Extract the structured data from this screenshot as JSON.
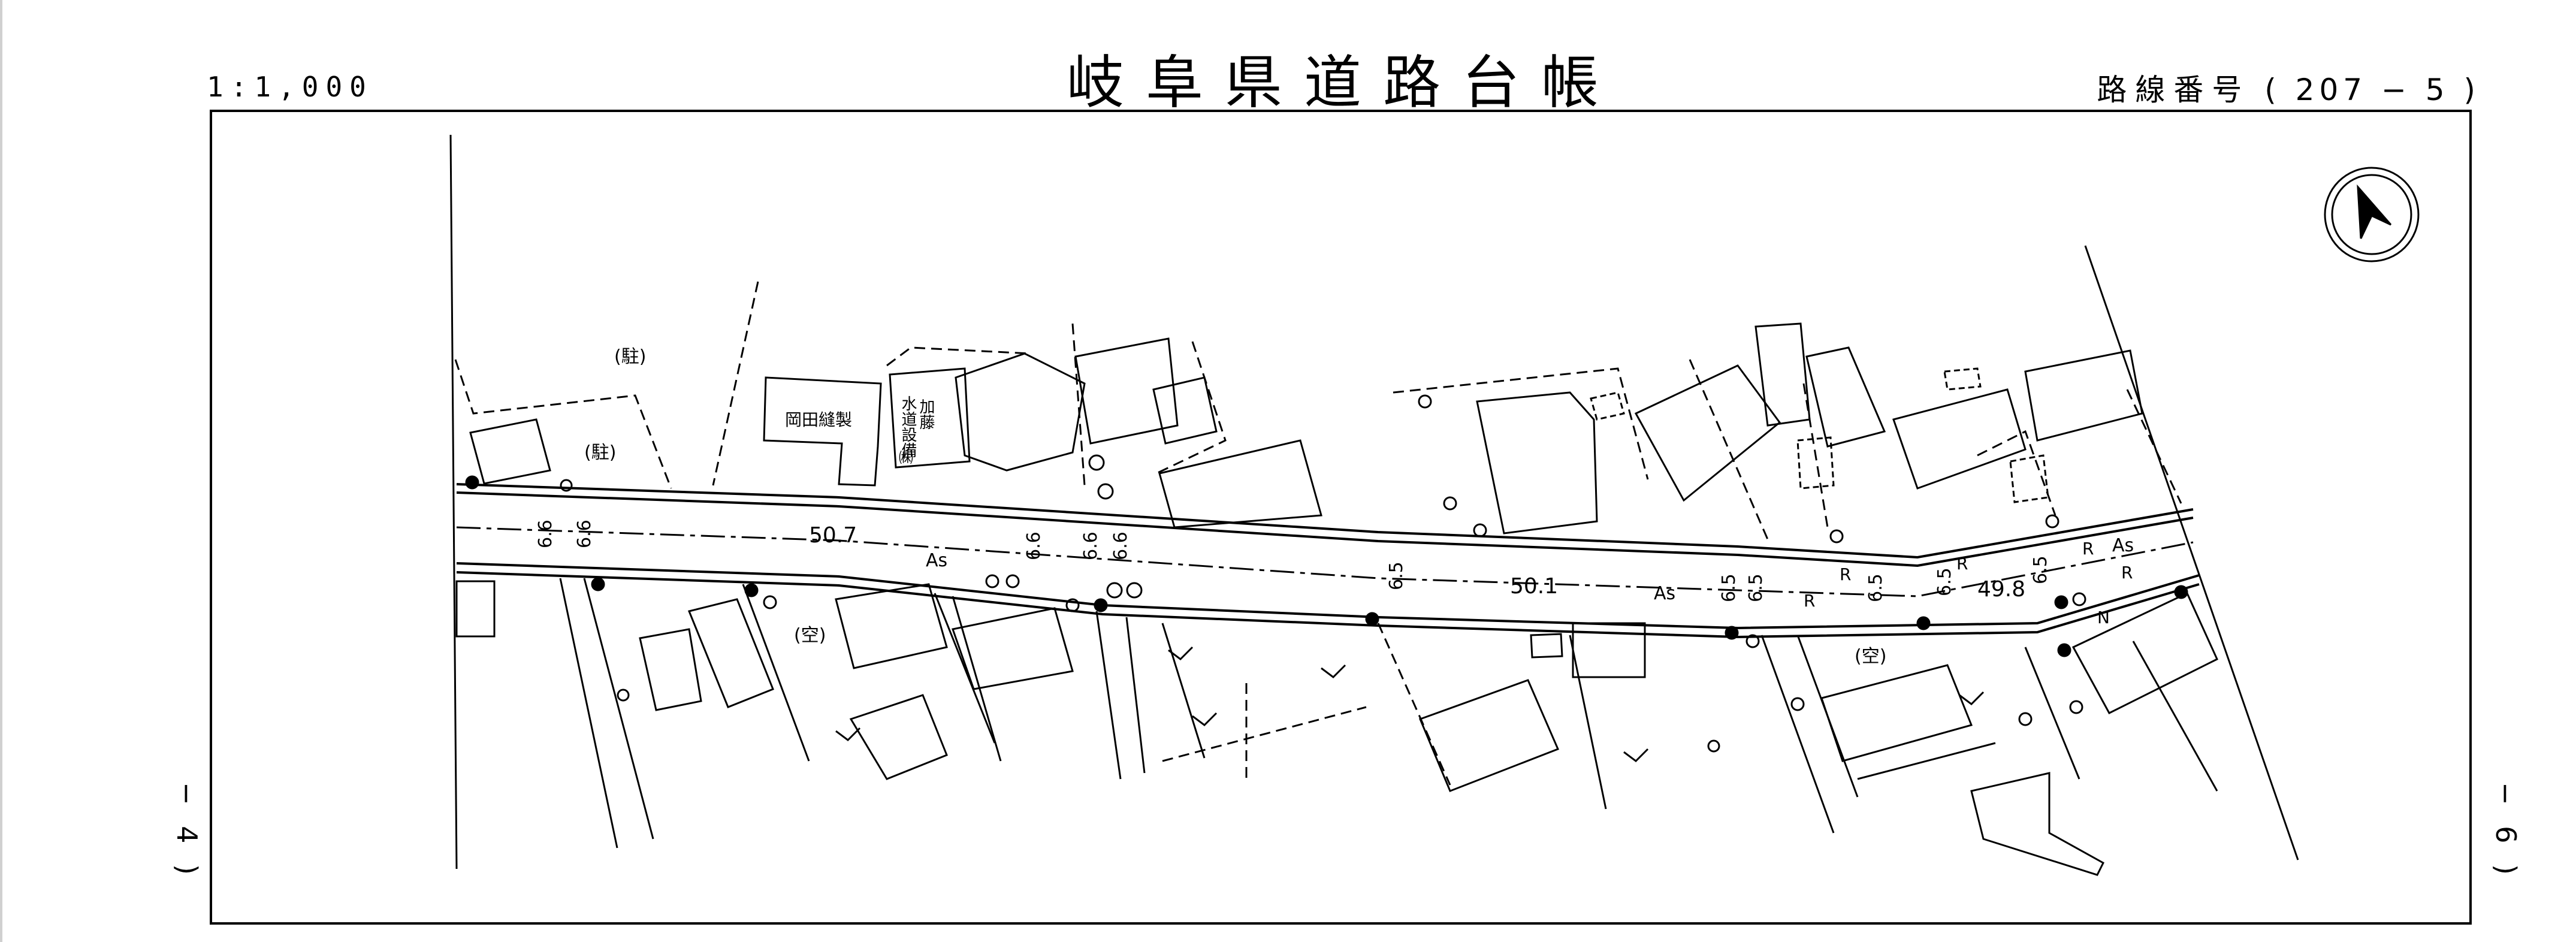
{
  "header": {
    "title": "岐阜県道路台帳",
    "scale": "1:1,000",
    "route_label": "路線番号",
    "route_number": "( 207 −  5 )"
  },
  "margins": {
    "left_sheet_ref": "− 4 )",
    "right_sheet_ref": "− 6 )"
  },
  "map": {
    "north_arrow": "north-arrow-icon",
    "buildings": {
      "okada": "岡田縫製",
      "kato_col1": "加藤",
      "kato_col2": "水道設備",
      "kato_suffix": "㈱"
    },
    "parcel_labels": {
      "parking_1": "(駐)",
      "parking_2": "(駐)",
      "vacant_1": "(空)",
      "vacant_2": "(空)"
    },
    "road_widths": {
      "w1": "50.7",
      "w2": "50.1",
      "w3": "49.8"
    },
    "lane_widths": [
      "6.6",
      "6.6",
      "6.6",
      "6.6",
      "6.6",
      "6.5",
      "6.5",
      "6.5",
      "6.5",
      "6.5",
      "6.5"
    ],
    "pavement": {
      "as1": "As",
      "as2": "As",
      "as3": "As",
      "r1": "R",
      "r2": "R",
      "r3": "R",
      "r4": "R",
      "r5": "R",
      "n1": "N"
    }
  }
}
